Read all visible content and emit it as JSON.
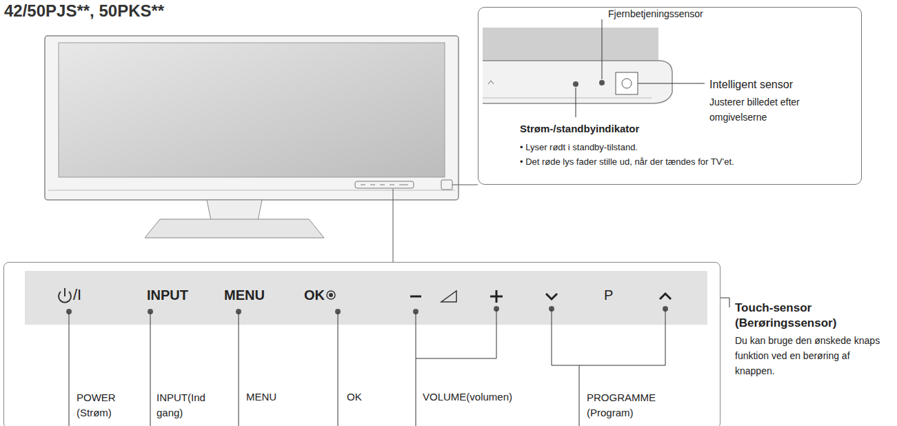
{
  "diagram": {
    "title": "42/50PJS**, 50PKS**",
    "nodes": [
      {
        "text": [
          "Fjernbetjeningssensor",
          "Intelligent sensor",
          "Justerer billedet efter omgivelserne",
          "Strøm-/standbyindikator",
          "• Lyser rødt i standby-tilstand.",
          "• Det røde lys fader stille ud, når der tændes for TV’et."
        ]
      },
      {
        "text": [
          "POWER (Strøm)",
          "INPUT(Ind gang)",
          "MENU",
          "OK",
          "VOLUME(volumen)",
          "PROGRAMME (Program)"
        ]
      },
      {
        "text": [
          "/I",
          "INPUT",
          "MENU",
          "OK",
          "P"
        ],
        "in": 1
      }
    ],
    "labels": [
      "Touch-sensor (Berøringssensor)",
      "Du kan bruge den ønskede knaps funktion ved en berøring af knappen."
    ]
  }
}
